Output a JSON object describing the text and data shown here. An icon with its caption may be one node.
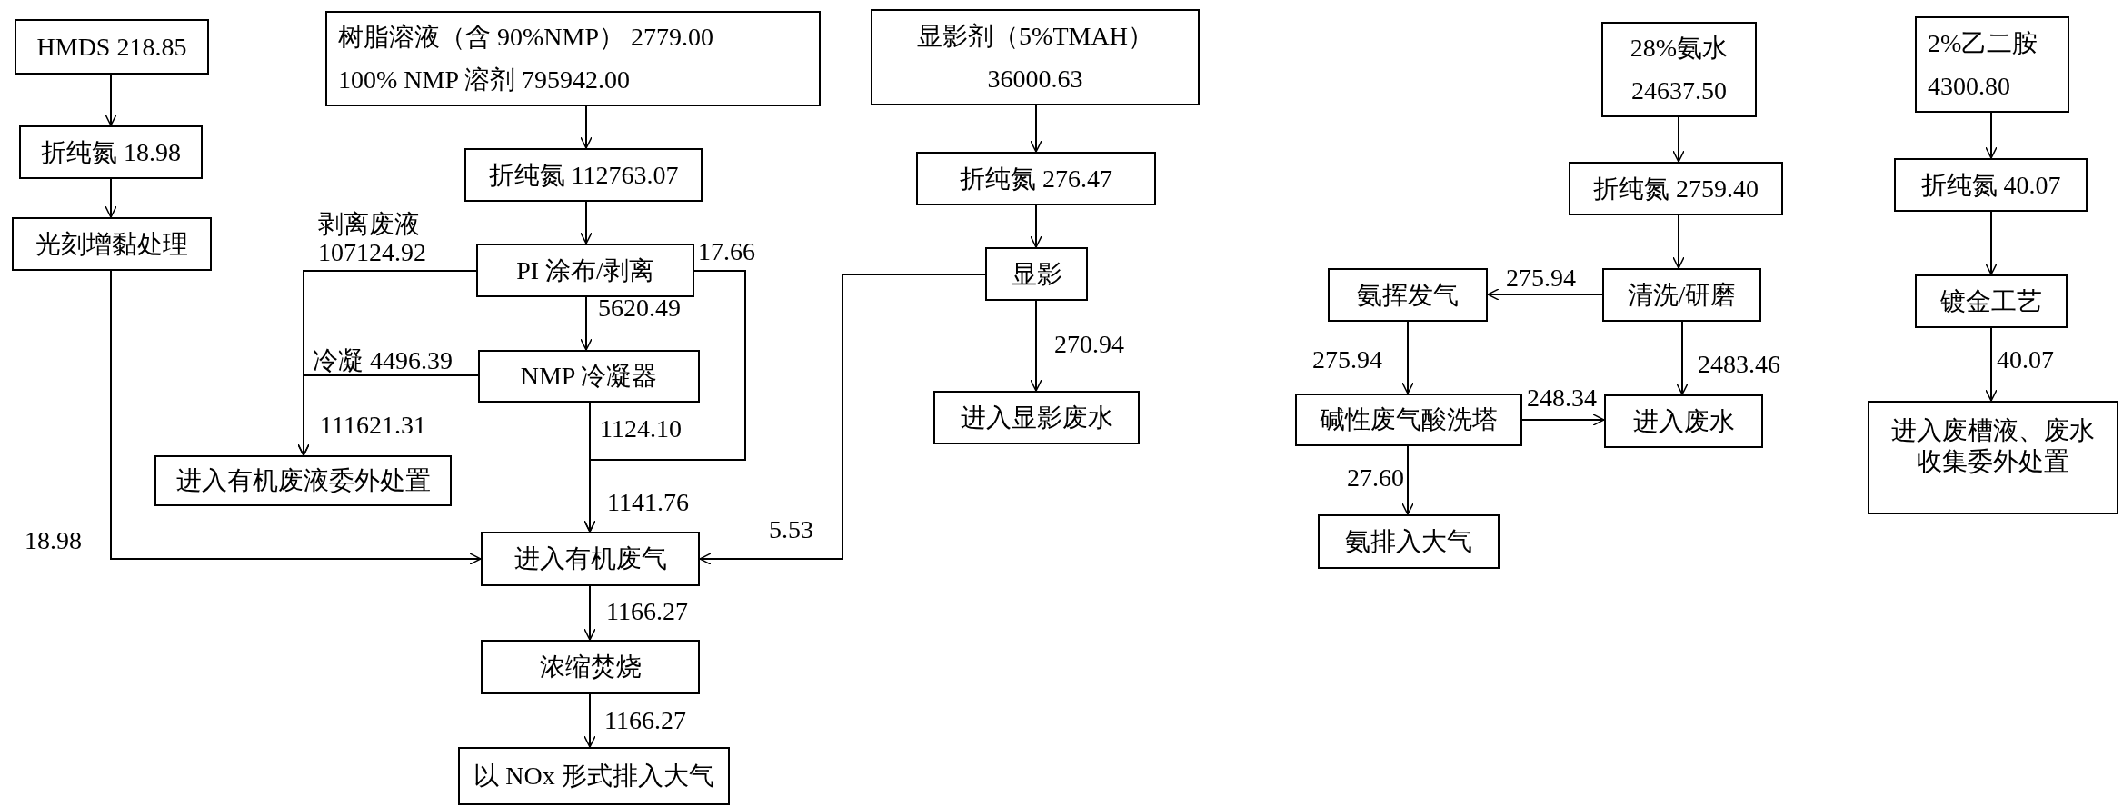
{
  "diagram": {
    "nodes": [
      {
        "text": [
          "HMDS 218.85"
        ]
      },
      {
        "text": [
          "折纯氮 18.98"
        ]
      },
      {
        "text": [
          "光刻增黏处理"
        ]
      },
      {
        "text": [
          "树脂溶液（含 90%NMP） 2779.00",
          "100% NMP 溶剂 795942.00"
        ]
      },
      {
        "text": [
          "折纯氮 112763.07"
        ]
      },
      {
        "text": [
          "PI 涂布/剥离"
        ]
      },
      {
        "text": [
          "NMP 冷凝器"
        ]
      },
      {
        "text": [
          "进入有机废液委外处置"
        ]
      },
      {
        "text": [
          "进入有机废气"
        ]
      },
      {
        "text": [
          "浓缩焚烧"
        ]
      },
      {
        "text": [
          "以 NOx 形式排入大气"
        ]
      },
      {
        "text": [
          "显影剂（5%TMAH）",
          "36000.63"
        ]
      },
      {
        "text": [
          "折纯氮 276.47"
        ]
      },
      {
        "text": [
          "显影"
        ]
      },
      {
        "text": [
          "进入显影废水"
        ]
      },
      {
        "text": [
          "28%氨水",
          "24637.50"
        ]
      },
      {
        "text": [
          "折纯氮 2759.40"
        ]
      },
      {
        "text": [
          "清洗/研磨"
        ]
      },
      {
        "text": [
          "氨挥发气"
        ]
      },
      {
        "text": [
          "进入废水"
        ]
      },
      {
        "text": [
          "碱性废气酸洗塔"
        ]
      },
      {
        "text": [
          "氨排入大气"
        ]
      },
      {
        "text": [
          "2%乙二胺",
          "4300.80"
        ]
      },
      {
        "text": [
          "折纯氮 40.07"
        ]
      },
      {
        "text": [
          "镀金工艺"
        ]
      },
      {
        "text": [
          "进入废槽液、废水收集委外处置"
        ]
      }
    ],
    "edges": [
      {
        "from": 0,
        "to": 1,
        "arrow": "to"
      },
      {
        "from": 1,
        "to": 2,
        "arrow": "to"
      },
      {
        "from": 2,
        "to": 8,
        "arrow": "to",
        "label": "18.98"
      },
      {
        "from": 3,
        "to": 4,
        "arrow": "to"
      },
      {
        "from": 4,
        "to": 5,
        "arrow": "to"
      },
      {
        "from": 5,
        "to": 7,
        "arrow": "to",
        "label": "剥离废液 107124.92"
      },
      {
        "from": 6,
        "to": 7,
        "arrow": "to",
        "label": "冷凝 4496.39"
      },
      {
        "from": 5,
        "to": 6,
        "arrow": "to",
        "label": "5620.49"
      },
      {
        "from": 5,
        "to": 8,
        "arrow": "to",
        "label": "17.66"
      },
      {
        "from": 6,
        "to": 8,
        "arrow": "to",
        "label": "1124.10"
      },
      {
        "from": 13,
        "to": 8,
        "arrow": "to",
        "label": "5.53"
      },
      {
        "from": 8,
        "to": 9,
        "arrow": "to",
        "label": "1166.27"
      },
      {
        "from": 9,
        "to": 10,
        "arrow": "to",
        "label": "1166.27"
      },
      {
        "from": 11,
        "to": 12,
        "arrow": "to"
      },
      {
        "from": 12,
        "to": 13,
        "arrow": "to"
      },
      {
        "from": 13,
        "to": 14,
        "arrow": "to",
        "label": "270.94"
      },
      {
        "from": 15,
        "to": 16,
        "arrow": "to"
      },
      {
        "from": 16,
        "to": 17,
        "arrow": "to"
      },
      {
        "from": 17,
        "to": 18,
        "arrow": "to",
        "label": "275.94"
      },
      {
        "from": 17,
        "to": 19,
        "arrow": "to",
        "label": "2483.46"
      },
      {
        "from": 18,
        "to": 20,
        "arrow": "to",
        "label": "275.94"
      },
      {
        "from": 20,
        "to": 19,
        "arrow": "to",
        "label": "248.34"
      },
      {
        "from": 20,
        "to": 21,
        "arrow": "to",
        "label": "27.60"
      },
      {
        "from": 22,
        "to": 23,
        "arrow": "to"
      },
      {
        "from": 23,
        "to": 24,
        "arrow": "to"
      },
      {
        "from": 24,
        "to": 25,
        "arrow": "to",
        "label": "40.07"
      }
    ],
    "labels": [
      "111621.31",
      "1141.76"
    ]
  }
}
